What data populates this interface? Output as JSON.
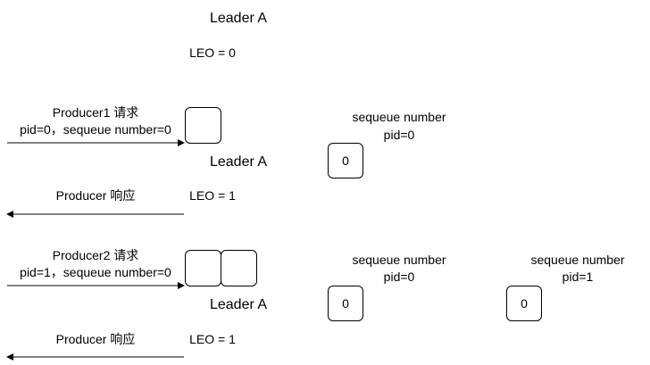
{
  "leader_label": "Leader A",
  "leo_0": "LEO = 0",
  "leo_1": "LEO = 1",
  "step1": {
    "request_title": "Producer1 请求",
    "request_detail": "pid=0，sequeue number=0",
    "response": "Producer 响应",
    "seq_caption": "sequeue number",
    "seq_pid": "pid=0",
    "seq_value": "0"
  },
  "step2": {
    "request_title": "Producer2 请求",
    "request_detail": "pid=1，sequeue number=0",
    "response": "Producer 响应",
    "seq_a_caption": "sequeue number",
    "seq_a_pid": "pid=0",
    "seq_a_value": "0",
    "seq_b_caption": "sequeue number",
    "seq_b_pid": "pid=1",
    "seq_b_value": "0"
  }
}
